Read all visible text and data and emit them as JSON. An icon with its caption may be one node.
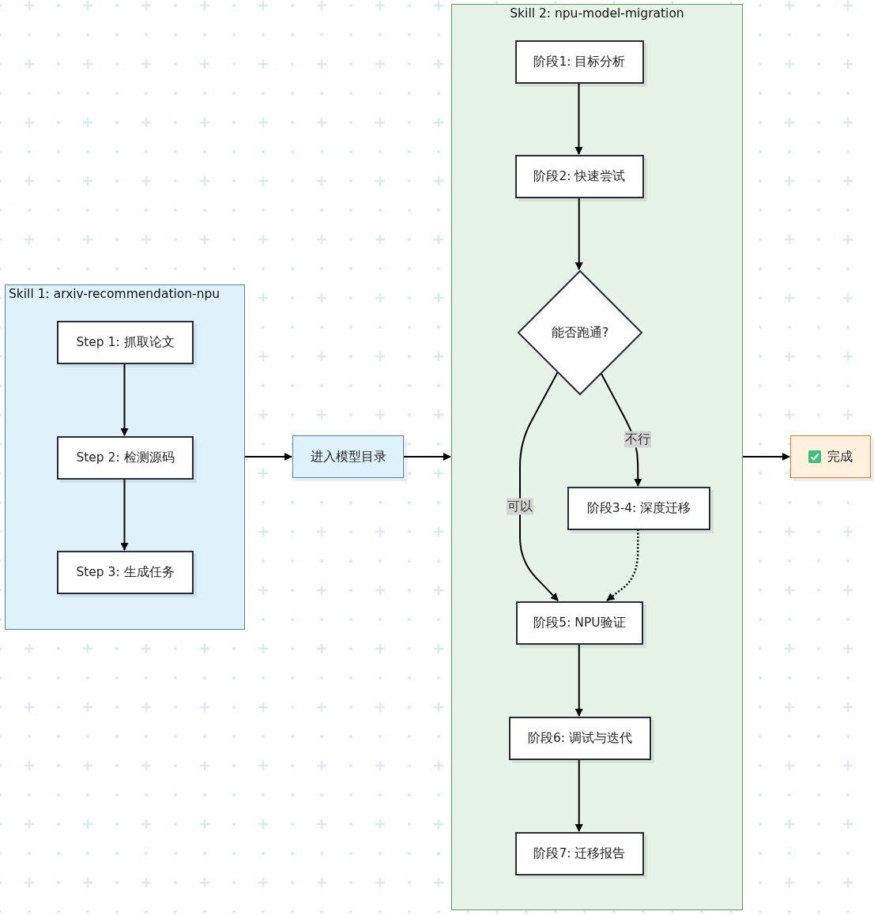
{
  "diagram": {
    "nodes": [
      {
        "text": [
          "Skill 1: arxiv-recommendation-npu"
        ]
      },
      {
        "text": [
          "Step 1: 抓取论文"
        ],
        "in": 0
      },
      {
        "text": [
          "Step 2: 检测源码"
        ],
        "in": 0
      },
      {
        "text": [
          "Step 3: 生成任务"
        ],
        "in": 0
      },
      {
        "text": [
          "进入模型目录"
        ]
      },
      {
        "text": [
          "Skill 2: npu-model-migration"
        ]
      },
      {
        "text": [
          "阶段1: 目标分析"
        ],
        "in": 5
      },
      {
        "text": [
          "阶段2: 快速尝试"
        ],
        "in": 5
      },
      {
        "text": [
          "能否跑通?"
        ],
        "in": 5
      },
      {
        "text": [
          "阶段3-4: 深度迁移"
        ],
        "in": 5
      },
      {
        "text": [
          "阶段5: NPU验证"
        ],
        "in": 5
      },
      {
        "text": [
          "阶段6: 调试与迭代"
        ],
        "in": 5
      },
      {
        "text": [
          "阶段7: 迁移报告"
        ],
        "in": 5
      },
      {
        "text": [
          "完成"
        ]
      }
    ],
    "edges": [
      {
        "from": 1,
        "to": 2,
        "arrow": "to"
      },
      {
        "from": 2,
        "to": 3,
        "arrow": "to"
      },
      {
        "from": 0,
        "to": 4,
        "arrow": "to"
      },
      {
        "from": 4,
        "to": 5,
        "arrow": "to"
      },
      {
        "from": 6,
        "to": 7,
        "arrow": "to"
      },
      {
        "from": 7,
        "to": 8,
        "arrow": "to"
      },
      {
        "from": 8,
        "to": 10,
        "label": "可以",
        "arrow": "to"
      },
      {
        "from": 8,
        "to": 9,
        "label": "不行",
        "arrow": "to"
      },
      {
        "from": 9,
        "to": 10,
        "arrow": "to",
        "style": "dashed"
      },
      {
        "from": 11,
        "to": 12,
        "arrow": "to"
      },
      {
        "from": 10,
        "to": 11,
        "arrow": "to"
      },
      {
        "from": 5,
        "to": 13,
        "arrow": "to"
      }
    ]
  }
}
